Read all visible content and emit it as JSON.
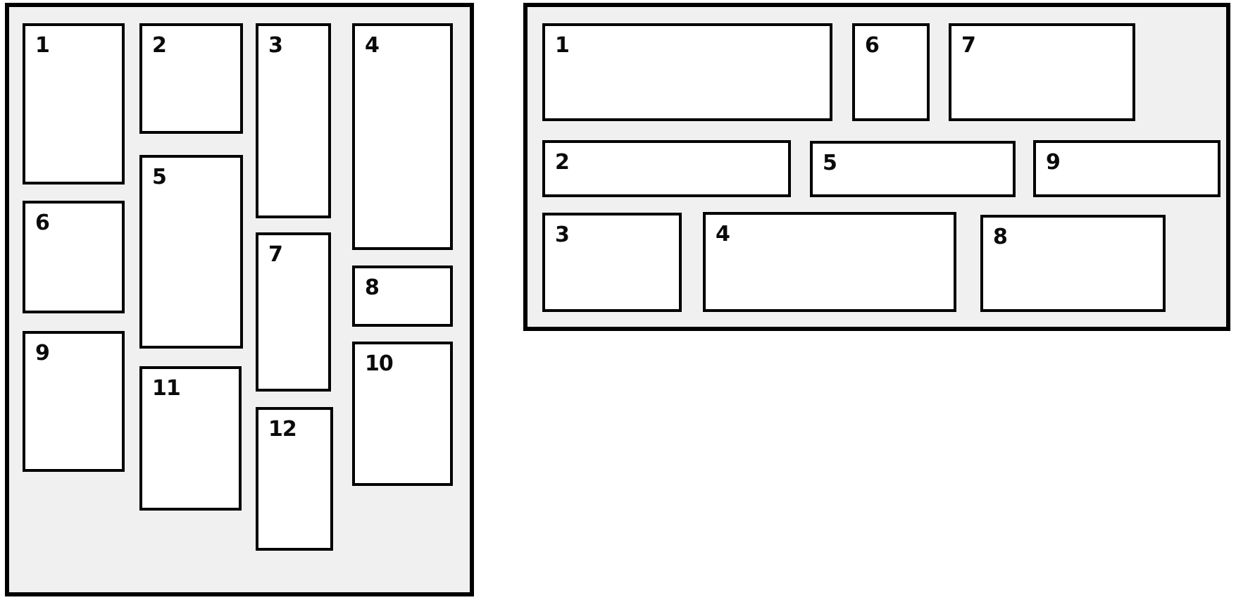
{
  "diagram": {
    "title": "masonry-layout-comparison",
    "left_panel": {
      "flow": "vertical-columns",
      "items": [
        "1",
        "2",
        "3",
        "4",
        "5",
        "6",
        "7",
        "8",
        "9",
        "10",
        "11",
        "12"
      ]
    },
    "right_panel": {
      "flow": "horizontal-rows",
      "items": [
        "1",
        "2",
        "3",
        "4",
        "5",
        "6",
        "7",
        "8",
        "9"
      ]
    },
    "colors": {
      "page_background": "#ffffff",
      "panel_background": "#f0f0f0",
      "box_background": "#ffffff",
      "border": "#000000",
      "number_text": "#0a0a0a"
    }
  }
}
